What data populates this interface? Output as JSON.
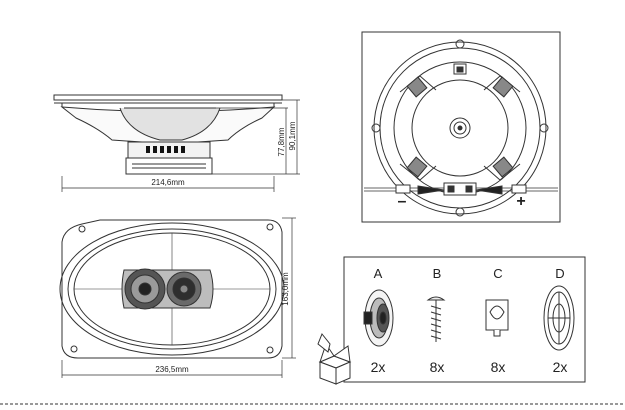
{
  "dimensions": {
    "width_side": "214,6mm",
    "height_inner": "77,8mm",
    "height_total": "90,1mm",
    "height_front": "163,0mm",
    "width_front": "236,5mm"
  },
  "polarity": {
    "negative": "–",
    "positive": "+"
  },
  "accessories": [
    {
      "letter": "A",
      "qty": "2x"
    },
    {
      "letter": "B",
      "qty": "8x"
    },
    {
      "letter": "C",
      "qty": "8x"
    },
    {
      "letter": "D",
      "qty": "2x"
    }
  ]
}
